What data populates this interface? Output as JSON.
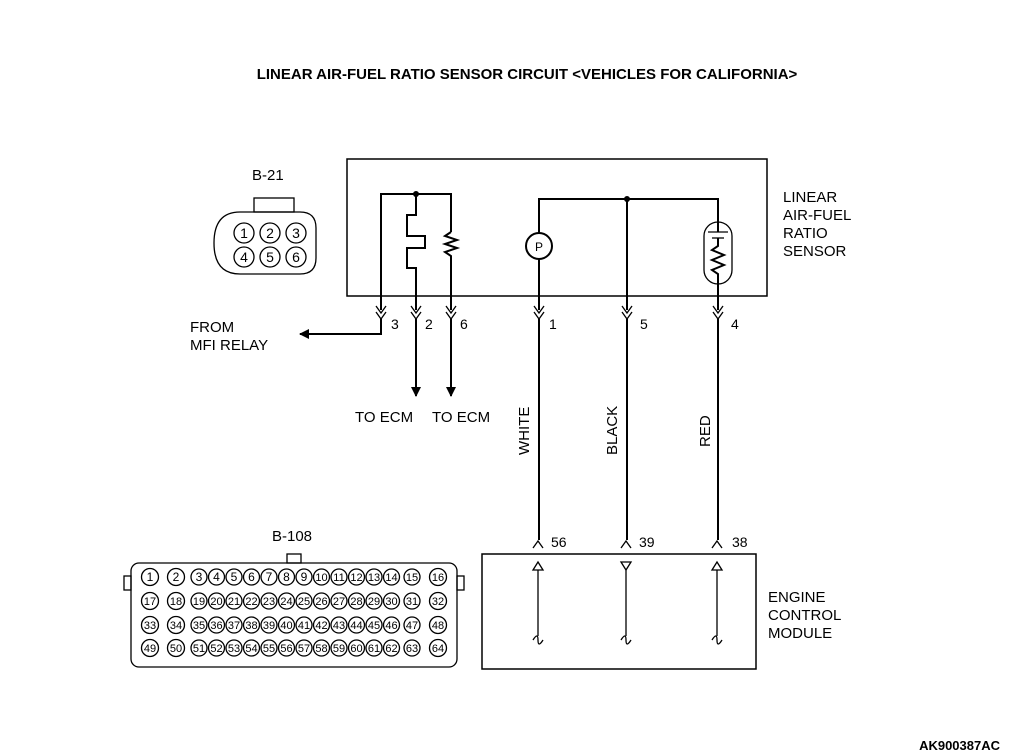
{
  "title": "LINEAR AIR-FUEL RATIO SENSOR CIRCUIT <VEHICLES FOR CALIFORNIA>",
  "sensor": {
    "connector": "B-21",
    "connector_pins": [
      "1",
      "2",
      "3",
      "4",
      "5",
      "6"
    ],
    "name_lines": [
      "LINEAR",
      "AIR-FUEL",
      "RATIO",
      "SENSOR"
    ],
    "pins": [
      "3",
      "2",
      "6",
      "1",
      "5",
      "4"
    ],
    "pump_symbol": "P"
  },
  "from_label": [
    "FROM",
    "MFI RELAY"
  ],
  "to_ecm": [
    "TO ECM",
    "TO ECM"
  ],
  "wire_colors": [
    "WHITE",
    "BLACK",
    "RED"
  ],
  "ecm": {
    "connector": "B-108",
    "pins": [
      "56",
      "39",
      "38"
    ],
    "name_lines": [
      "ENGINE",
      "CONTROL",
      "MODULE"
    ],
    "connector_pins": [
      "1",
      "2",
      "3",
      "4",
      "5",
      "6",
      "7",
      "8",
      "9",
      "10",
      "11",
      "12",
      "13",
      "14",
      "15",
      "16",
      "17",
      "18",
      "19",
      "20",
      "21",
      "22",
      "23",
      "24",
      "25",
      "26",
      "27",
      "28",
      "29",
      "30",
      "31",
      "32",
      "33",
      "34",
      "35",
      "36",
      "37",
      "38",
      "39",
      "40",
      "41",
      "42",
      "43",
      "44",
      "45",
      "46",
      "47",
      "48",
      "49",
      "50",
      "51",
      "52",
      "53",
      "54",
      "55",
      "56",
      "57",
      "58",
      "59",
      "60",
      "61",
      "62",
      "63",
      "64"
    ]
  },
  "figure_code": "AK900387AC"
}
